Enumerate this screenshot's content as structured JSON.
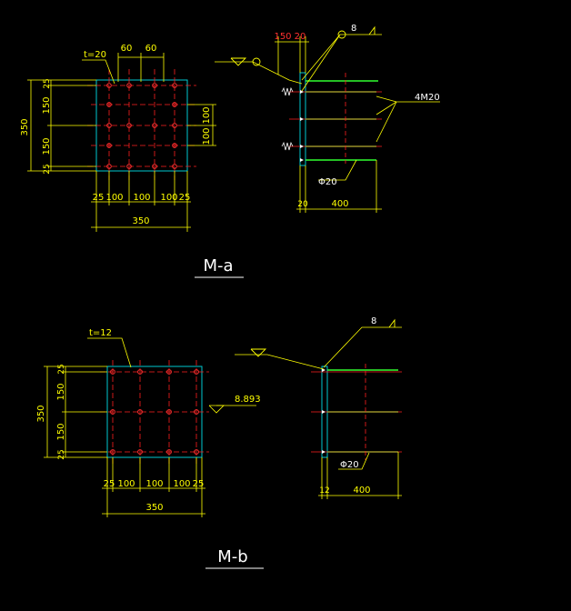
{
  "colors": {
    "background": "#000000",
    "plate_outline": "#00c8d0",
    "dimension": "#ffff00",
    "centerline": "#ff2020",
    "bolt": "#ff3030",
    "anchor_rod": "#30ff30",
    "leader": "#ffff00",
    "label": "#ffffff",
    "plate_section": "#00c8d0"
  },
  "detail_a": {
    "title": "M-a",
    "plate_thickness": "t=20",
    "dims_top": [
      "60",
      "60"
    ],
    "dims_left_total": "350",
    "dims_left_parts": [
      "25",
      "150",
      "150",
      "25"
    ],
    "dims_right_parts": [
      "100",
      "100"
    ],
    "dims_bottom_parts": [
      "25",
      "100",
      "100",
      "100",
      "25"
    ],
    "dims_bottom_total": "350",
    "section_dims_top": [
      "150",
      "20"
    ],
    "weld_size": "8",
    "anchor_label": "4M20",
    "rod_dia": "Φ20",
    "section_dims_bottom": [
      "20",
      "400"
    ]
  },
  "detail_b": {
    "title": "M-b",
    "plate_thickness": "t=12",
    "dims_left_total": "350",
    "dims_left_parts": [
      "25",
      "150",
      "150",
      "25"
    ],
    "elevation": "8.893",
    "dims_bottom_parts": [
      "25",
      "100",
      "100",
      "100",
      "25"
    ],
    "dims_bottom_total": "350",
    "weld_size": "8",
    "rod_dia": "Φ20",
    "section_dims_bottom": [
      "12",
      "400"
    ]
  }
}
